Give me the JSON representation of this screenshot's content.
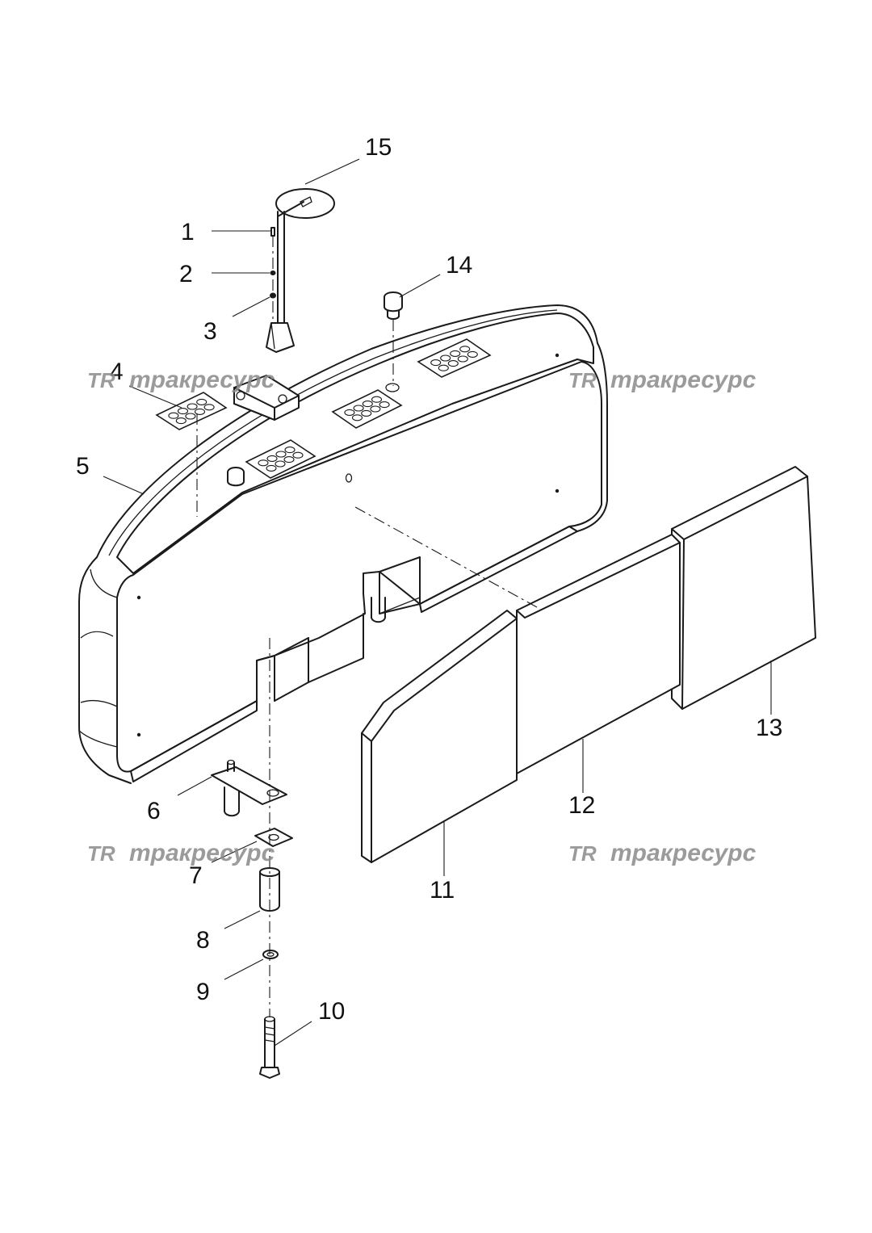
{
  "callouts": {
    "n1": "1",
    "n2": "2",
    "n3": "3",
    "n4": "4",
    "n5": "5",
    "n6": "6",
    "n7": "7",
    "n8": "8",
    "n9": "9",
    "n10": "10",
    "n11": "11",
    "n12": "12",
    "n13": "13",
    "n14": "14",
    "n15": "15"
  },
  "watermark": {
    "logo": "TR",
    "text": "тракресурс",
    "color": "#8a8a8a"
  },
  "colors": {
    "line": "#1a1a1a",
    "background": "#ffffff"
  }
}
